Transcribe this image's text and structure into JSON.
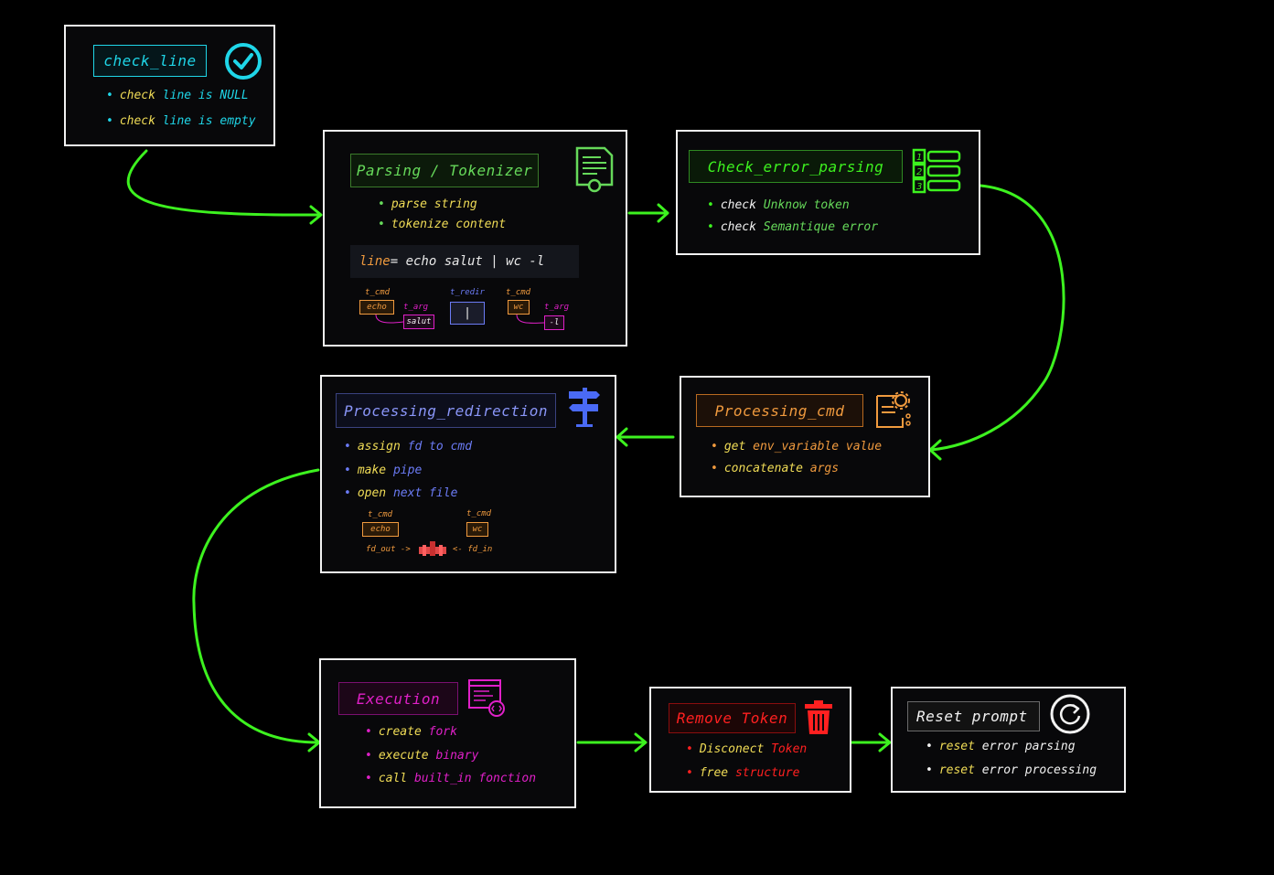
{
  "colors": {
    "connector": "#3df21f",
    "cyan": "#1fd6e8",
    "yellow": "#f0dc56",
    "green": "#66d95a",
    "bright_green": "#3df21f",
    "orange": "#f09a3e",
    "blue": "#6b7bf5",
    "magenta": "#e020c8",
    "red": "#ff2020",
    "white": "#f2f2f2"
  },
  "nodes": {
    "check_line": {
      "title": "check_line",
      "icon": "check-circle-icon",
      "bullets": [
        {
          "verb": "check",
          "rest": " line is NULL"
        },
        {
          "verb": "check",
          "rest": " line is empty"
        }
      ]
    },
    "parsing": {
      "title": "Parsing / Tokenizer",
      "icon": "certificate-document-icon",
      "bullets": [
        {
          "verb": "parse",
          "rest": " string"
        },
        {
          "verb": "tokenize",
          "rest": " content"
        }
      ],
      "code_var": "line",
      "code_rest": " = echo salut | wc -l",
      "tokens": {
        "t_cmd_1": "t_cmd",
        "echo": "echo",
        "t_arg_1": "t_arg",
        "salut": "salut",
        "t_redir": "t_redir",
        "pipe": "|",
        "t_cmd_2": "t_cmd",
        "wc": "wc",
        "t_arg_2": "t_arg",
        "dash_l": "-l"
      }
    },
    "check_error": {
      "title": "Check_error_parsing",
      "icon": "numbered-list-icon",
      "bullets": [
        {
          "verb": "check",
          "rest": " Unknow token"
        },
        {
          "verb": "check",
          "rest": " Semantique error"
        }
      ]
    },
    "processing_cmd": {
      "title": "Processing_cmd",
      "icon": "document-gear-icon",
      "bullets": [
        {
          "verb": "get",
          "rest": " env_variable value"
        },
        {
          "verb": "concatenate",
          "rest": " args"
        }
      ]
    },
    "processing_redirection": {
      "title": "Processing_redirection",
      "icon": "signpost-icon",
      "bullets": [
        {
          "verb": "assign",
          "rest": " fd to cmd"
        },
        {
          "verb": "make",
          "rest": " pipe"
        },
        {
          "verb": "open",
          "rest": " next file"
        }
      ],
      "tokens": {
        "t_cmd_1": "t_cmd",
        "echo": "echo",
        "t_cmd_2": "t_cmd",
        "wc": "wc",
        "fd_out": "fd_out ->",
        "fd_in": "<- fd_in"
      }
    },
    "execution": {
      "title": "Execution",
      "icon": "code-window-icon",
      "bullets": [
        {
          "verb": "create",
          "rest": " fork"
        },
        {
          "verb": "execute",
          "rest": " binary"
        },
        {
          "verb": "call",
          "rest": " built_in fonction"
        }
      ]
    },
    "remove_token": {
      "title": "Remove Token",
      "icon": "trash-icon",
      "bullets": [
        {
          "verb": "Disconect",
          "rest": " Token"
        },
        {
          "verb": "free",
          "rest": " structure"
        }
      ]
    },
    "reset_prompt": {
      "title": "Reset prompt",
      "icon": "reset-icon",
      "bullets": [
        {
          "verb": "reset",
          "rest": " error parsing"
        },
        {
          "verb": "reset",
          "rest": " error processing"
        }
      ]
    }
  }
}
